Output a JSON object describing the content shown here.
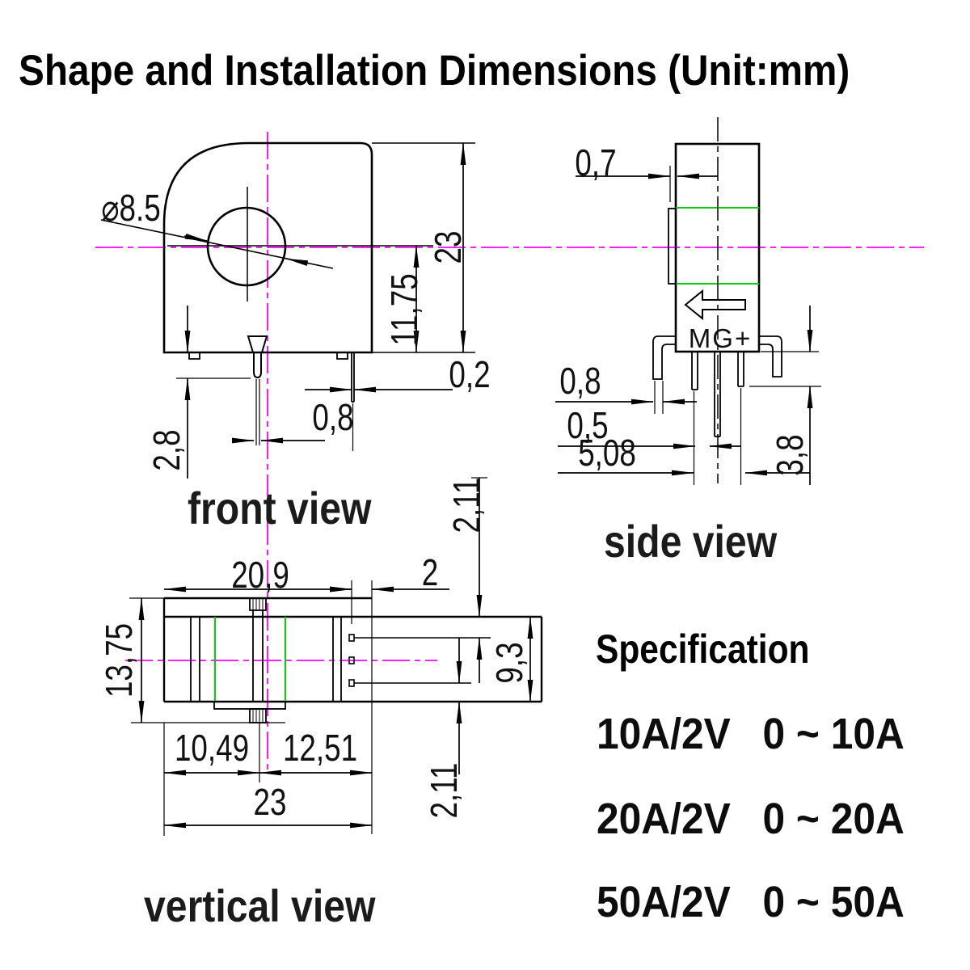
{
  "title": "Shape and Installation Dimensions  (Unit:mm)",
  "colors": {
    "centerline_magenta": "#ff00ff",
    "aux_green": "#00d200",
    "line_black": "#000000"
  },
  "front_view": {
    "label": "front view",
    "hole_diameter": "⌀8.5",
    "overall_height": "23",
    "hole_center_height": "11,75",
    "pin_width_small": "0,2",
    "pin_width": "0,8",
    "pin_length": "2,8"
  },
  "side_view": {
    "label": "side view",
    "marking": "MG+",
    "tab_offset": "0,7",
    "pin_width": "0,8",
    "pin_thickness": "0,5",
    "pin_pitch": "5,08",
    "pin_standoff": "3,8"
  },
  "vertical_view": {
    "label": "vertical view",
    "body_width": "20,9",
    "pin_inset": "2",
    "overall_depth": "13,75",
    "pin_row_top_offset": "2,11",
    "connector_depth": "9,3",
    "center_left": "10,49",
    "center_right": "12,51",
    "overall_width": "23",
    "pin_row_bottom_offset": "2,11"
  },
  "specification": {
    "heading": "Specification",
    "rows": [
      {
        "model": "10A/2V",
        "range": "0 ~ 10A"
      },
      {
        "model": "20A/2V",
        "range": "0 ~ 20A"
      },
      {
        "model": "50A/2V",
        "range": "0 ~ 50A"
      }
    ]
  }
}
